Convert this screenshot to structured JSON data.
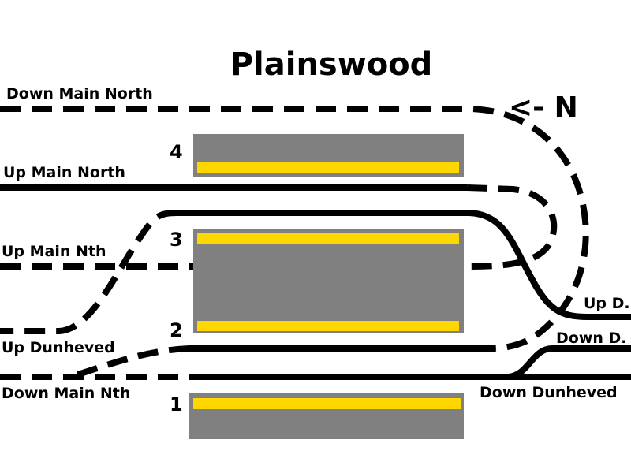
{
  "title": "Plainswood",
  "north_indicator": "<- N",
  "colors": {
    "platform": "#808080",
    "platform_edge": "#FFD700",
    "track": "#000000"
  },
  "tracks": {
    "down_main_north": "Down Main North",
    "up_main_north": "Up Main North",
    "up_main_nth": "Up Main Nth",
    "up_dunheved": "Up Dunheved",
    "down_main_nth": "Down Main Nth",
    "up_d": "Up D.",
    "down_d": "Down D.",
    "down_dunheved": "Down Dunheved"
  },
  "platforms": [
    "1",
    "2",
    "3",
    "4"
  ]
}
